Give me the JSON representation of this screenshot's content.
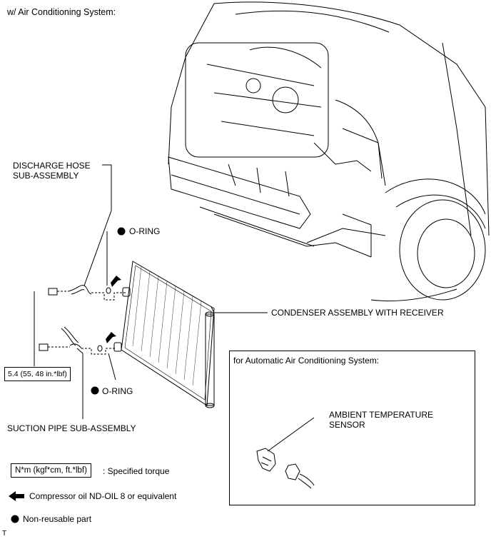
{
  "header": {
    "title": "w/ Air Conditioning System:"
  },
  "labels": {
    "discharge_hose_line1": "DISCHARGE HOSE",
    "discharge_hose_line2": "SUB-ASSEMBLY",
    "oring_top": "O-RING",
    "oring_bottom": "O-RING",
    "condenser": "CONDENSER ASSEMBLY WITH RECEIVER",
    "torque_value": "5.4 (55, 48 in.*lbf)",
    "suction_pipe": "SUCTION PIPE SUB-ASSEMBLY"
  },
  "inset": {
    "title": "for Automatic Air Conditioning System:",
    "sensor_line1": "AMBIENT TEMPERATURE",
    "sensor_line2": "SENSOR"
  },
  "legend": {
    "torque_unit": "N*m (kgf*cm, ft.*lbf)",
    "torque_desc": ": Specified torque",
    "oil_desc": "Compressor oil ND-OIL 8 or equivalent",
    "nonreusable_desc": "Non-reusable part"
  },
  "footer": {
    "code": "T"
  },
  "icons": {
    "arrow": "compressor-oil-arrow-icon",
    "dot": "non-reusable-dot-icon"
  }
}
